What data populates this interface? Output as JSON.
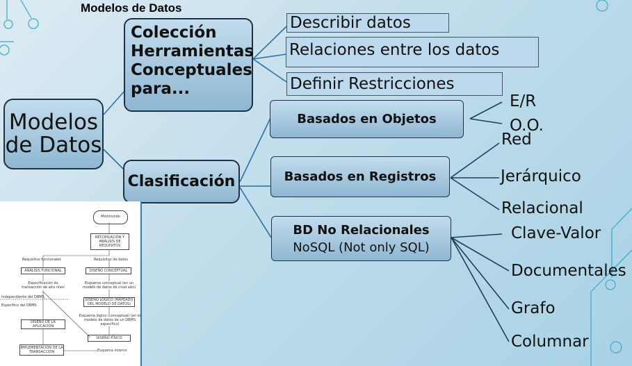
{
  "slide": {
    "title": "Modelos de Datos"
  },
  "main_node": {
    "line1": "Modelos",
    "line2": "de Datos"
  },
  "collection": {
    "lines": [
      "Colección",
      "Herramientas",
      "Conceptuales",
      "para..."
    ],
    "items": [
      "Describir datos",
      "Relaciones entre los datos",
      "Definir Restricciones"
    ]
  },
  "classification": {
    "label": "Clasificación",
    "objects": {
      "label": "Basados en Objetos",
      "children": [
        "E/R",
        "O.O."
      ]
    },
    "records": {
      "label": "Basados en Registros",
      "children": [
        "Red",
        "Jerárquico",
        "Relacional"
      ]
    },
    "nosql": {
      "label": "BD No Relacionales",
      "sub": "NoSQL (Not only SQL)",
      "children": [
        "Clave-Valor",
        "Documentales",
        "Grafo",
        "Columnar"
      ]
    }
  },
  "flowchart": {
    "nodes": [
      "Minimundo",
      "RECOPILACIÓN Y ANÁLISIS DE REQUISITOS",
      "Requisitos funcionales",
      "Requisitos de datos",
      "ANÁLISIS FUNCIONAL",
      "DISEÑO CONCEPTUAL",
      "Especificación de transacción de alto nivel",
      "Esquema conceptual (en un modelo de datos de nivel alto)",
      "Independiente del DBMS",
      "Específico del DBMS",
      "DISEÑO LÓGICO (MAPEADO DEL MODELO DE DATOS)",
      "Esquema lógico (conceptual) (en el modelo de datos de un DBMS específico)",
      "DISEÑO DE LA APLICACIÓN",
      "DISEÑO FÍSICO",
      "IMPLEMENTACIÓN DE LA TRANSACCIÓN",
      "Esquema interno"
    ]
  },
  "colors": {
    "node_fill_top": "#c2dced",
    "node_fill_bottom": "#8fb7d2",
    "border": "#203046",
    "accent": "#2f7dbf"
  }
}
